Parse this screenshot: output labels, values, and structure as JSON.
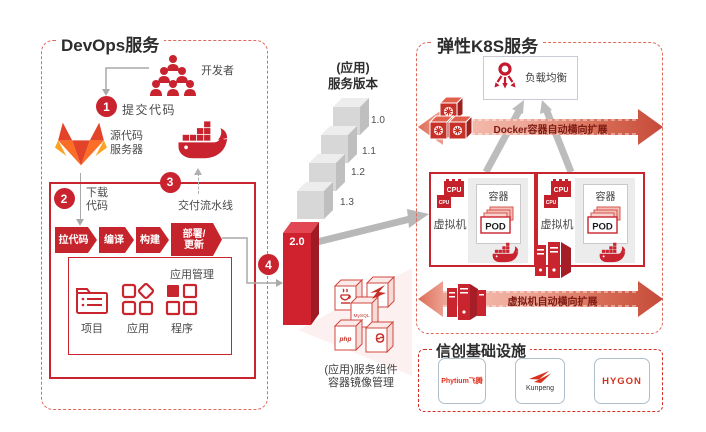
{
  "devops": {
    "title": "DevOps服务",
    "developers": "开发者",
    "steps": {
      "s1": {
        "n": "1",
        "label": "提交代码"
      },
      "s2": {
        "n": "2",
        "label": "下载代码"
      },
      "s3": {
        "n": "3",
        "label": "交付流水线"
      },
      "s4": {
        "n": "4"
      }
    },
    "gitlab_label": "源代码服务器",
    "pipeline": [
      "拉代码",
      "编译",
      "构建",
      "部署/更新"
    ],
    "app_mgmt": {
      "title": "应用管理",
      "items": [
        "项目",
        "应用",
        "程序"
      ]
    }
  },
  "versions": {
    "title_line1": "(应用)",
    "title_line2": "服务版本",
    "items": [
      "1.0",
      "1.1",
      "1.2",
      "1.3"
    ],
    "current": "2.0",
    "components_line1": "(应用)服务组件",
    "components_line2": "容器镜像管理",
    "component_labels": {
      "mysql": "MySQL",
      "php": "php"
    }
  },
  "k8s": {
    "title": "弹性K8S服务",
    "load_balancer": "负载均衡",
    "docker_band": "Docker容器自动横向扩展",
    "vm_band": "虚拟机自动横向扩展",
    "node1": {
      "vm": "虚拟机",
      "container": "容器",
      "pod": "POD",
      "cpu": "CPU"
    },
    "node2": {
      "vm": "虚拟机",
      "container": "容器",
      "pod": "POD",
      "cpu": "CPU"
    }
  },
  "infra": {
    "title": "信创基础设施",
    "vendors": [
      {
        "name": "Phytium飞腾"
      },
      {
        "name": "Kunpeng"
      },
      {
        "name": "HYGON"
      }
    ]
  }
}
